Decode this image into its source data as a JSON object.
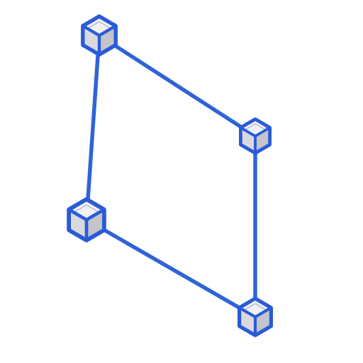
{
  "diagram": {
    "colors": {
      "background": "#ffffff",
      "edge": "#2f63d8",
      "frame": "#2a5bd7",
      "frame_dark": "#1d3fa8",
      "face_light": "#f1f1f3",
      "face_mid": "#d9d9de",
      "face_dark": "#c4c4ca"
    },
    "nodes": [
      {
        "id": "node-top-left",
        "shape": "cube-icon"
      },
      {
        "id": "node-right",
        "shape": "cube-icon"
      },
      {
        "id": "node-bottom-left",
        "shape": "cube-icon"
      },
      {
        "id": "node-bottom-right",
        "shape": "cube-icon"
      }
    ],
    "edges": [
      {
        "from": "node-top-left",
        "to": "node-right"
      },
      {
        "from": "node-right",
        "to": "node-bottom-right"
      },
      {
        "from": "node-bottom-left",
        "to": "node-bottom-right"
      },
      {
        "from": "node-top-left",
        "to": "node-bottom-left"
      }
    ]
  }
}
